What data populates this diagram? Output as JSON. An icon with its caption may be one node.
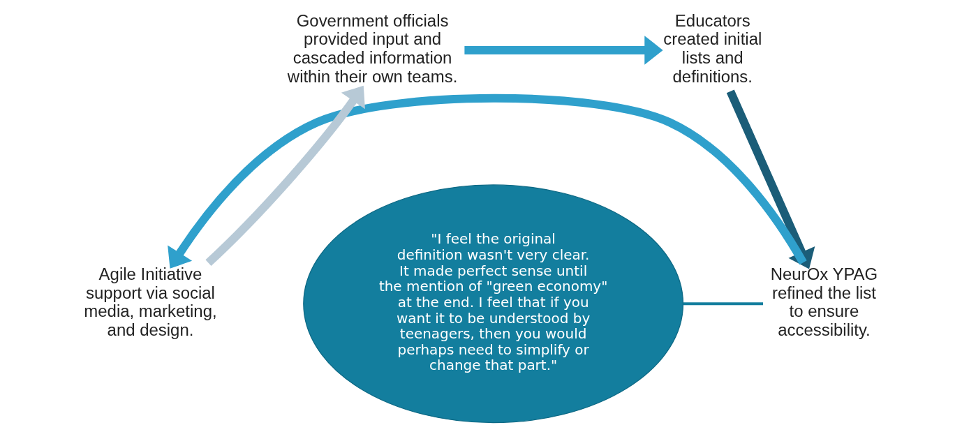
{
  "diagram": {
    "nodes": [
      {
        "text": [
          "Government officials provided input and cascaded information within their own teams."
        ]
      },
      {
        "text": [
          "Educators created initial lists and definitions."
        ]
      },
      {
        "text": [
          "NeurOx YPAG refined the list to ensure accessibility."
        ]
      },
      {
        "text": [
          "Agile Initiative support via social media, marketing, and design."
        ]
      },
      {
        "text": [
          "\"I feel the original definition wasn't very clear. It made perfect sense until the mention of \"green economy\" at the end. I feel that if you want it to be understood by teenagers, then you would perhaps need to simplify or change that part.\""
        ]
      }
    ],
    "edges": [
      {
        "from": 0,
        "to": 1,
        "arrow": "to"
      },
      {
        "from": 1,
        "to": 2,
        "arrow": "to",
        "color": "#1b5d78"
      },
      {
        "from": 2,
        "to": 3,
        "arrow": "to"
      },
      {
        "from": 3,
        "to": 0,
        "arrow": "to",
        "color": "#b7c9d6"
      },
      {
        "from": 4,
        "to": 2,
        "arrow": "none",
        "color": "#137e9e"
      }
    ]
  }
}
